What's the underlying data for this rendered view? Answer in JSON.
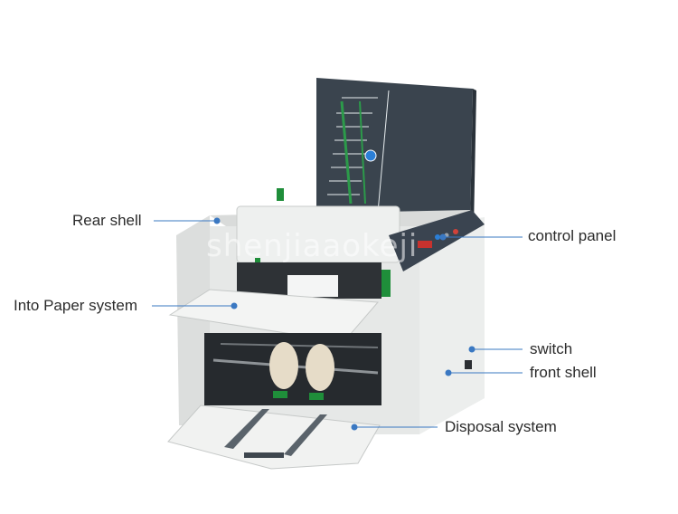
{
  "watermark": "shenjiaaokeji",
  "callouts": {
    "rear_shell": "Rear shell",
    "into_paper_system": "Into Paper system",
    "control_panel": "control panel",
    "switch": "switch",
    "front_shell": "front shell",
    "disposal_system": "Disposal system"
  },
  "colors": {
    "leader_line": "#3a78c2",
    "body_shell": "#e9ebea",
    "feed_tray": "#3b4550",
    "accent_green": "#1f8e3a"
  }
}
